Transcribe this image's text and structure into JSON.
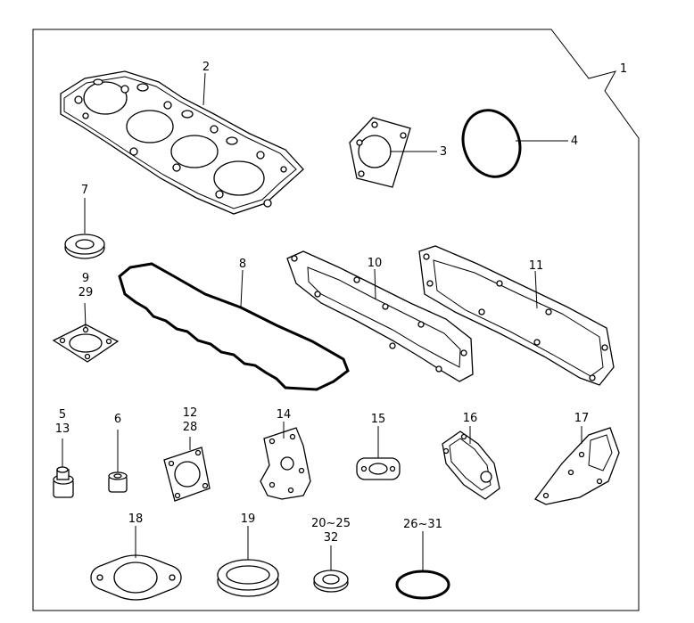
{
  "labels": {
    "p1": "1",
    "p2": "2",
    "p3": "3",
    "p4": "4",
    "p7": "7",
    "p8": "8",
    "p9": "9",
    "p29": "29",
    "p10": "10",
    "p11": "11",
    "p5": "5",
    "p13": "13",
    "p6": "6",
    "p12": "12",
    "p28": "28",
    "p14": "14",
    "p15": "15",
    "p16": "16",
    "p17": "17",
    "p18": "18",
    "p19": "19",
    "p20_25": "20~25",
    "p32": "32",
    "p26_31": "26~31"
  }
}
